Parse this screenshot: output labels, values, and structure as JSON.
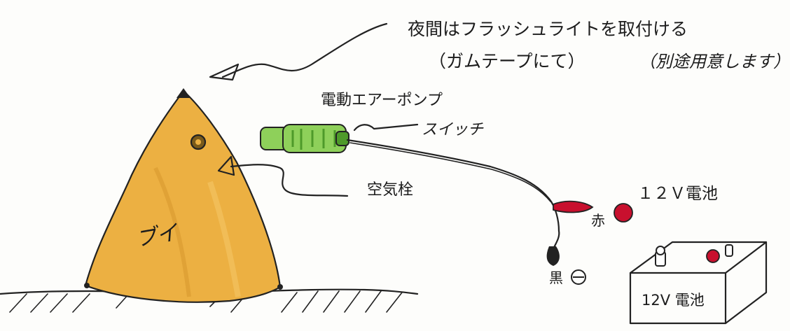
{
  "labels": {
    "flashlight_note": "夜間はフラッシュライトを取付ける",
    "tape_note": "（ガムテープにて）",
    "separate_note": "（別途用意します）",
    "pump": "電動エアーポンプ",
    "switch": "スイッチ",
    "valve": "空気栓",
    "battery_top": "１２Ｖ電池",
    "red": "赤",
    "black": "黒",
    "buoy": "ブイ",
    "battery_box": "12V 電池"
  },
  "colors": {
    "buoy_fill": "#ecb042",
    "buoy_shade": "#d99a2e",
    "pump_green": "#8ed05a",
    "pump_dark": "#4e9a2a",
    "red_clip": "#c8102e",
    "ink": "#222222"
  },
  "icons": {
    "minus": "⊖",
    "plus_terminal": "red-terminal"
  }
}
